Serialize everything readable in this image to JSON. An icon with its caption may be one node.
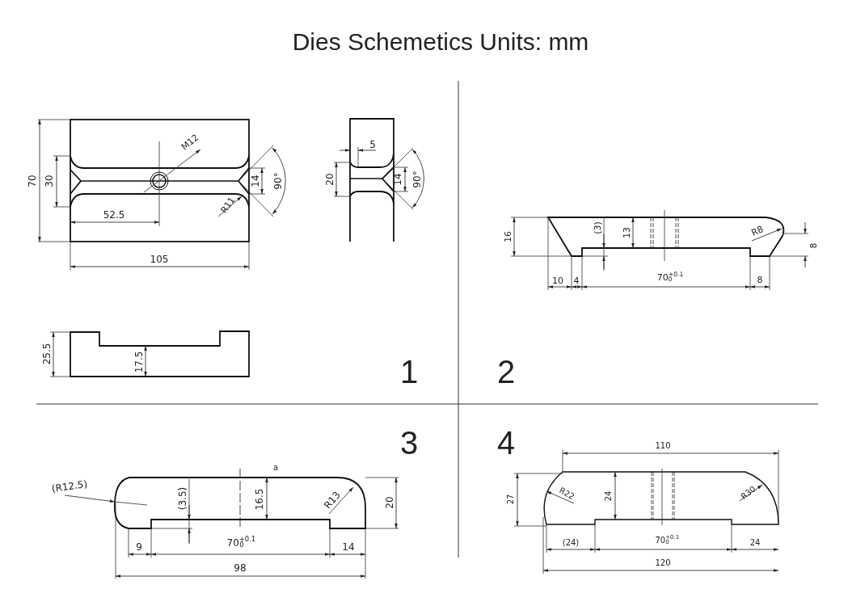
{
  "diagram": {
    "title": "Dies Schemetics Units: mm",
    "labels": [
      "M12",
      "70",
      "30",
      "14",
      "90°",
      "R11",
      "52.5",
      "105",
      "5",
      "20",
      "14",
      "90°",
      "16",
      "(3)",
      "13",
      "R8",
      "8",
      "10",
      "4",
      "70$^{+0.1}$$_{0}$",
      "8",
      "25.5",
      "17.5",
      "1",
      "2",
      "3",
      "4",
      "a",
      "(R12.5)",
      "(3.5)",
      "16.5",
      "R13",
      "20",
      "9",
      "70$^{+0.1}$$_{0}$",
      "14",
      "98",
      "110",
      "27",
      "R22",
      "24",
      "R30",
      "(24)",
      "70$^{+0.1}$$_{0}$",
      "24",
      "120"
    ]
  }
}
